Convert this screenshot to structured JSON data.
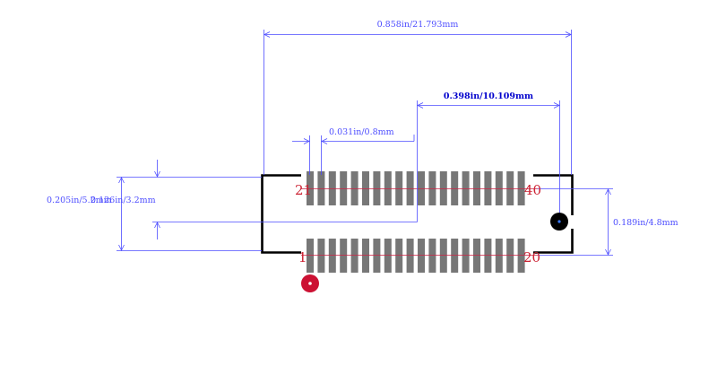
{
  "colors": {
    "dimension": "#4d4dff",
    "dimension_strong": "#0000cc",
    "pad": "#777777",
    "outline": "#000000",
    "pin_label": "#cc2233",
    "pin1_marker": "#cc1133",
    "fiducial": "#000000",
    "centerline": "#cc2244"
  },
  "dimensions": {
    "overall_width": "0.858in/21.793mm",
    "span_width": "0.398in/10.109mm",
    "pitch": "0.031in/0.8mm",
    "height_left": "0.205in/5.2mm",
    "height_inner": "0.126in/3.2mm",
    "height_right": "0.189in/4.8mm"
  },
  "pins": {
    "top_left": "21",
    "top_right": "40",
    "bottom_left": "1",
    "bottom_right": "20"
  },
  "footprint": {
    "pins_per_row": 20,
    "rows": 2,
    "total_pins": 40
  }
}
